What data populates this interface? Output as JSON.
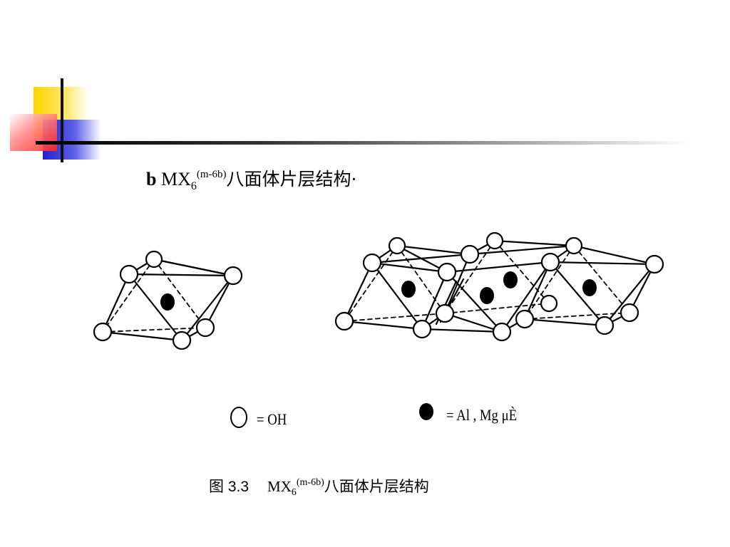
{
  "title": {
    "prefix": "b",
    "formula_base": "MX",
    "formula_sub": "6",
    "formula_sup": "(m-6b)",
    "text": "八面体片层结构·"
  },
  "legend": {
    "open_circle_label": "= OH",
    "filled_circle_label": "= Al , Mg μÈ"
  },
  "caption": {
    "figure_number": "图 3.3",
    "formula_base": "MX",
    "formula_sub": "6",
    "formula_sup": "(m-6b)",
    "text": "八面体片层结构"
  },
  "colors": {
    "accent_yellow": "#FFD400",
    "accent_blue": "#2828D8",
    "accent_red": "#FF4040",
    "line": "#000000"
  }
}
